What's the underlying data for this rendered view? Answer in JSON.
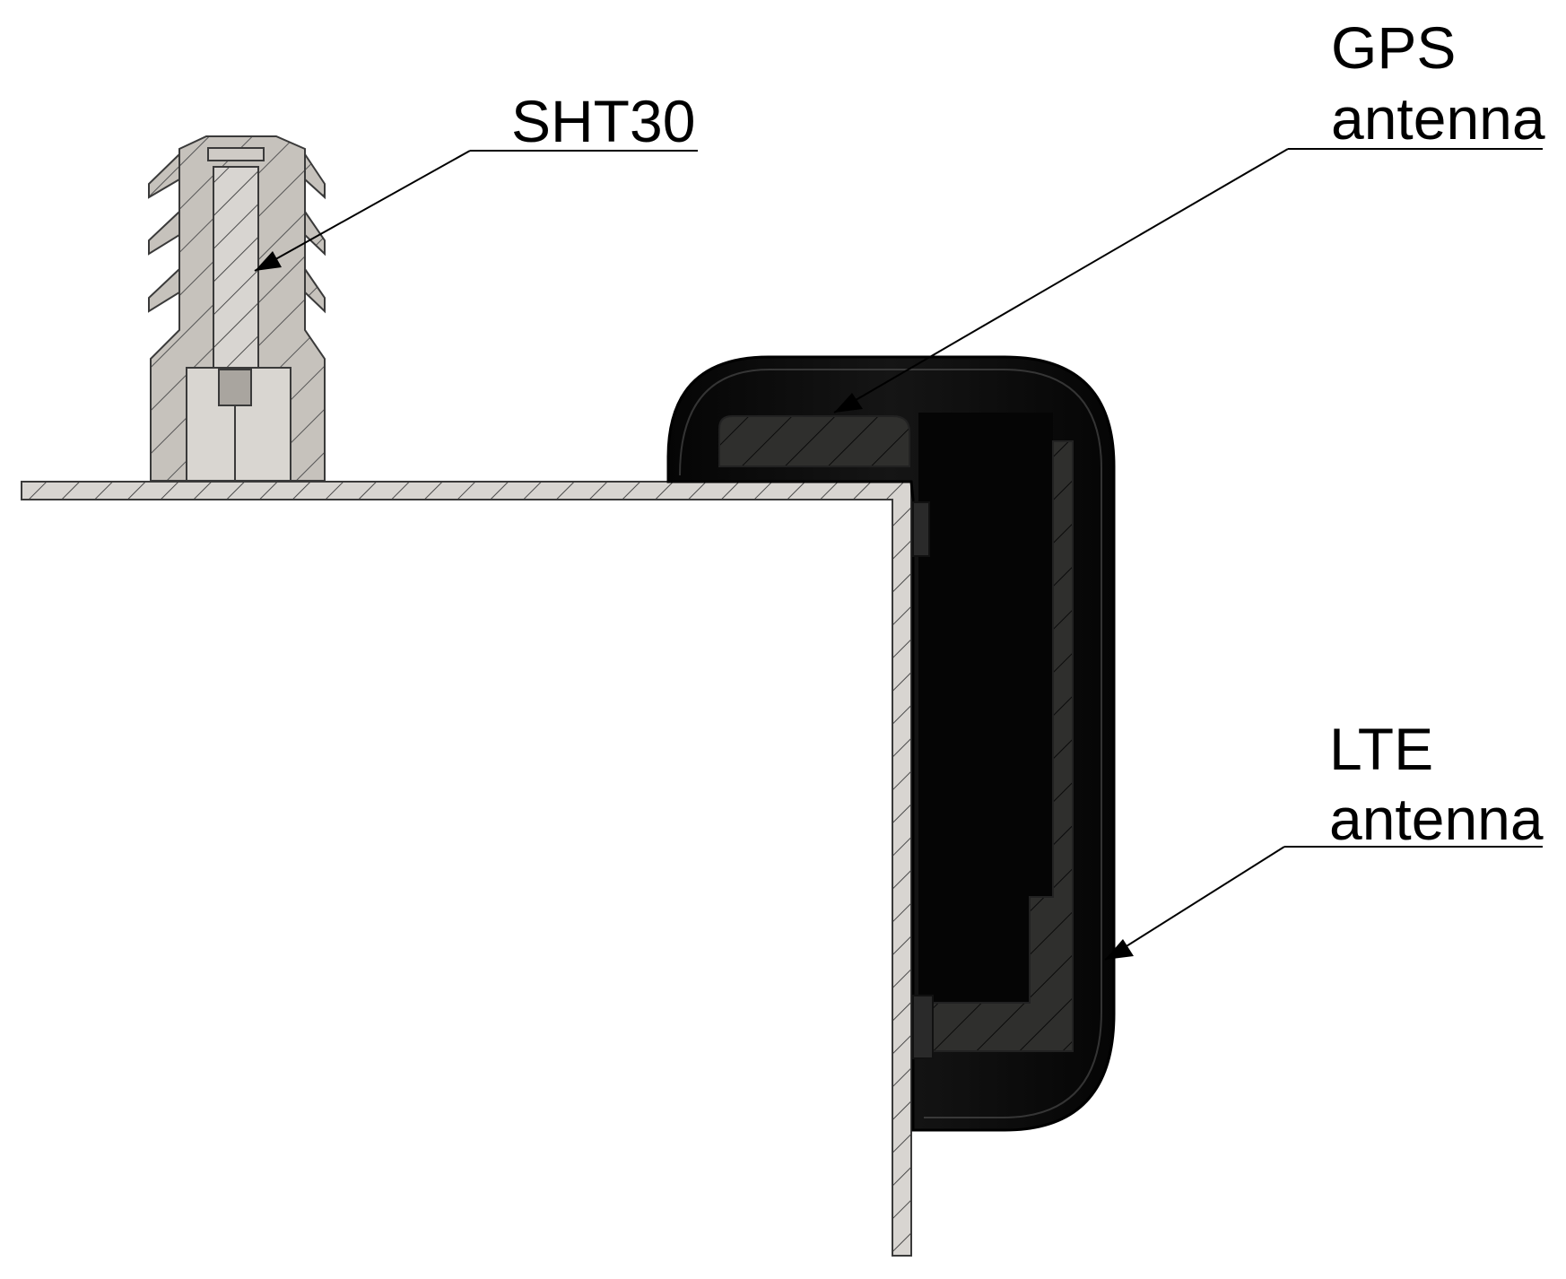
{
  "labels": {
    "sht30": "SHT30",
    "gps_line1": "GPS",
    "gps_line2": "antenna",
    "lte_line1": "LTE",
    "lte_line2": "antenna"
  },
  "colors": {
    "steel": "#d6d3cf",
    "sensor_body": "#c9c5c0",
    "antenna_shell": "#0c0c0c",
    "antenna_inner": "#2e2e2c",
    "line": "#000000"
  }
}
